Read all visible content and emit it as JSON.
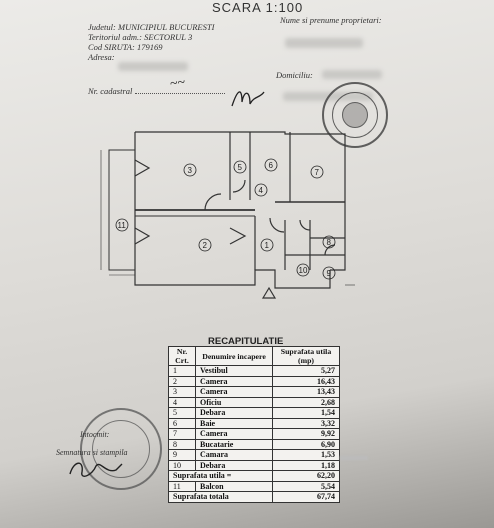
{
  "header": {
    "title": "SCARA 1:100"
  },
  "left_fields": {
    "judetul_label": "Judetul:",
    "judetul_value": "MUNICIPIUL BUCURESTI",
    "teritoriul_label": "Teritoriul adm.:",
    "teritoriul_value": "SECTORUL 3",
    "cod_siruta_label": "Cod SIRUTA:",
    "cod_siruta_value": "179169",
    "adresa_label": "Adresa:",
    "nr_cadastral_label": "Nr. cadastral"
  },
  "right_fields": {
    "owner_label": "Nume si prenume proprietari:",
    "domiciliu_label": "Domiciliu:"
  },
  "plan": {
    "room_numbers": [
      "1",
      "2",
      "3",
      "4",
      "5",
      "6",
      "7",
      "8",
      "9",
      "10",
      "11"
    ]
  },
  "recap": {
    "title": "RECAPITULATIE",
    "headers": {
      "nr": "Nr. Crt.",
      "name": "Denumire incapere",
      "area": "Suprafata utila (mp)"
    },
    "rows": [
      {
        "nr": "1",
        "name": "Vestibul",
        "area": "5,27"
      },
      {
        "nr": "2",
        "name": "Camera",
        "area": "16,43"
      },
      {
        "nr": "3",
        "name": "Camera",
        "area": "13,43"
      },
      {
        "nr": "4",
        "name": "Oficiu",
        "area": "2,68"
      },
      {
        "nr": "5",
        "name": "Debara",
        "area": "1,54"
      },
      {
        "nr": "6",
        "name": "Baie",
        "area": "3,32"
      },
      {
        "nr": "7",
        "name": "Camera",
        "area": "9,92"
      },
      {
        "nr": "8",
        "name": "Bucatarie",
        "area": "6,90"
      },
      {
        "nr": "9",
        "name": "Camara",
        "area": "1,53"
      },
      {
        "nr": "10",
        "name": "Debara",
        "area": "1,18"
      }
    ],
    "suprafata_utila_label": "Suprafata utila =",
    "suprafata_utila_value": "62,20",
    "balcon_nr": "11",
    "balcon_label": "Balcon",
    "balcon_value": "5,54",
    "suprafata_totala_label": "Suprafata totala",
    "suprafata_totala_value": "67,74"
  },
  "footer": {
    "intocmit_label": "Intocmit:",
    "semnatura_label": "Semnatura si stampila"
  }
}
